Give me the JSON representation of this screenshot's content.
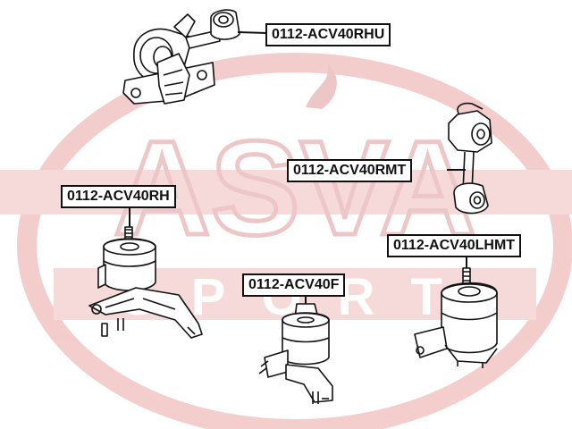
{
  "watermark": {
    "brand_text": "ASVA",
    "sub_text": "SPORT",
    "color": "#d64a4a"
  },
  "labels": {
    "rhu": "0112-ACV40RHU",
    "rmt": "0112-ACV40RMT",
    "rh": "0112-ACV40RH",
    "lhmt": "0112-ACV40LHMT",
    "f": "0112-ACV40F"
  },
  "colors": {
    "ink": "#111111",
    "watermark": "#f0c8c8"
  }
}
